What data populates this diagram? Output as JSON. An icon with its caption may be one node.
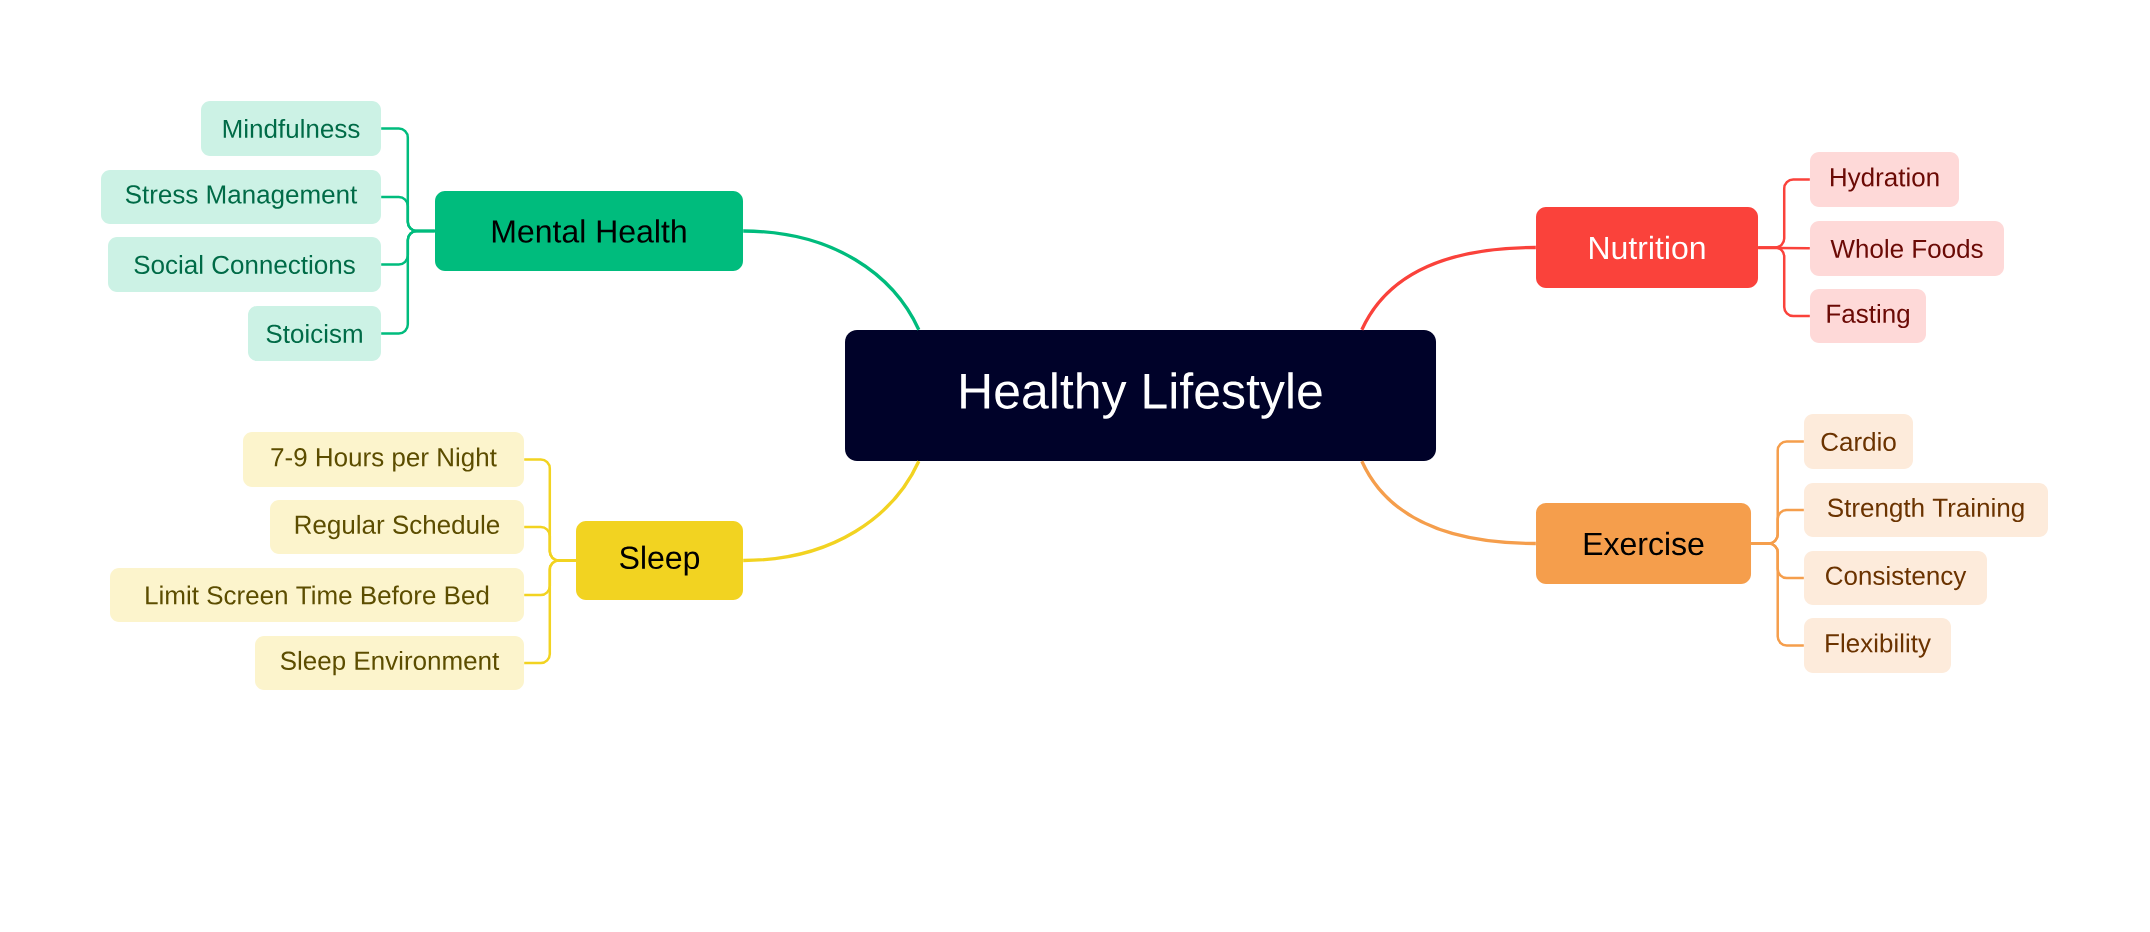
{
  "diagram": {
    "nodes": [
      {
        "text": [
          "Healthy Lifestyle"
        ]
      },
      {
        "text": [
          "Mental Health"
        ]
      },
      {
        "text": [
          "Mindfulness"
        ]
      },
      {
        "text": [
          "Stress Management"
        ]
      },
      {
        "text": [
          "Social Connections"
        ]
      },
      {
        "text": [
          "Stoicism"
        ]
      },
      {
        "text": [
          "Sleep"
        ]
      },
      {
        "text": [
          "7-9 Hours per Night"
        ]
      },
      {
        "text": [
          "Regular Schedule"
        ]
      },
      {
        "text": [
          "Limit Screen Time Before Bed"
        ]
      },
      {
        "text": [
          "Sleep Environment"
        ]
      },
      {
        "text": [
          "Nutrition"
        ]
      },
      {
        "text": [
          "Hydration"
        ]
      },
      {
        "text": [
          "Whole Foods"
        ]
      },
      {
        "text": [
          "Fasting"
        ]
      },
      {
        "text": [
          "Exercise"
        ]
      },
      {
        "text": [
          "Cardio"
        ]
      },
      {
        "text": [
          "Strength Training"
        ]
      },
      {
        "text": [
          "Consistency"
        ]
      },
      {
        "text": [
          "Flexibility"
        ]
      }
    ],
    "edges": [
      {
        "from": 0,
        "to": 1,
        "arrow": "none",
        "color": "#00bc7d"
      },
      {
        "from": 1,
        "to": 2,
        "arrow": "none",
        "color": "#00bc7d"
      },
      {
        "from": 1,
        "to": 3,
        "arrow": "none",
        "color": "#00bc7d"
      },
      {
        "from": 1,
        "to": 4,
        "arrow": "none",
        "color": "#00bc7d"
      },
      {
        "from": 1,
        "to": 5,
        "arrow": "none",
        "color": "#00bc7d"
      },
      {
        "from": 0,
        "to": 6,
        "arrow": "none",
        "color": "#f2d321"
      },
      {
        "from": 6,
        "to": 7,
        "arrow": "none",
        "color": "#f2d321"
      },
      {
        "from": 6,
        "to": 8,
        "arrow": "none",
        "color": "#f2d321"
      },
      {
        "from": 6,
        "to": 9,
        "arrow": "none",
        "color": "#f2d321"
      },
      {
        "from": 6,
        "to": 10,
        "arrow": "none",
        "color": "#f2d321"
      },
      {
        "from": 0,
        "to": 11,
        "arrow": "none",
        "color": "#fa423b"
      },
      {
        "from": 11,
        "to": 12,
        "arrow": "none",
        "color": "#fa423b"
      },
      {
        "from": 11,
        "to": 13,
        "arrow": "none",
        "color": "#fa423b"
      },
      {
        "from": 11,
        "to": 14,
        "arrow": "none",
        "color": "#fa423b"
      },
      {
        "from": 0,
        "to": 15,
        "arrow": "none",
        "color": "#f59e4c"
      },
      {
        "from": 15,
        "to": 16,
        "arrow": "none",
        "color": "#f59e4c"
      },
      {
        "from": 15,
        "to": 17,
        "arrow": "none",
        "color": "#f59e4c"
      },
      {
        "from": 15,
        "to": 18,
        "arrow": "none",
        "color": "#f59e4c"
      },
      {
        "from": 15,
        "to": 19,
        "arrow": "none",
        "color": "#f59e4c"
      }
    ]
  }
}
